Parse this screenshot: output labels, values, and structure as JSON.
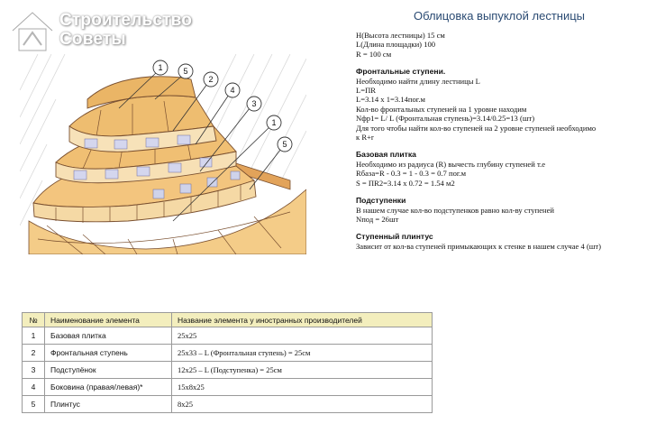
{
  "logo": {
    "line1": "Строительство",
    "line2": "Советы"
  },
  "title": "Облицовка выпуклой лестницы",
  "info": {
    "params": [
      "H(Высота лестницы) 15 см",
      "L(Длина площадки) 100",
      "R = 100 см"
    ],
    "sections": [
      {
        "heading": "Фронтальные ступени.",
        "lines": [
          "Необходимо найти длину лестницы L",
          "L=ПR",
          "L=3.14 x 1=3.14пог.м",
          "Кол-во фронтальных ступеней на 1 уровне находим",
          "Nфр1= L/ L (Фронтальная ступень)=3.14/0.25=13 (шт)",
          "Для того чтобы найти кол-во ступеней на 2 уровне ступеней необходимо",
          "к R+r"
        ]
      },
      {
        "heading": "Базовая плитка",
        "lines": [
          "Необходимо из радиуса (R) вычесть глубину ступеней т.е",
          "Rбаза=R - 0.3 = 1 - 0.3 = 0.7 пог.м",
          "S = ПR2=3.14 x 0.72 = 1.54 м2"
        ]
      },
      {
        "heading": "Подступенки",
        "lines": [
          "В нашем случае кол-во подступенков равно кол-ву ступеней",
          "Nпод = 26шт"
        ]
      },
      {
        "heading": "Ступенный плинтус",
        "lines": [
          "Зависит от кол-ва ступеней примыкающих к стенке в нашем случае 4 (шт)"
        ]
      }
    ]
  },
  "callouts": [
    "1",
    "5",
    "2",
    "4",
    "3",
    "1",
    "5"
  ],
  "table": {
    "headers": [
      "№",
      "Наименование элемента",
      "Название элемента у иностранных производителей"
    ],
    "rows": [
      {
        "n": "1",
        "name": "Базовая плитка",
        "foreign": "25x25"
      },
      {
        "n": "2",
        "name": "Фронтальная ступень",
        "foreign": "25x33 – L (Фронтальная ступень) = 25см"
      },
      {
        "n": "3",
        "name": "Подступёнок",
        "foreign": "12x25 – L (Подступенка) = 25см"
      },
      {
        "n": "4",
        "name": "Боковина (правая/левая)*",
        "foreign": "15x8x25"
      },
      {
        "n": "5",
        "name": "Плинтус",
        "foreign": "8x25"
      }
    ]
  },
  "colors": {
    "tile": "#f0c27a",
    "tile_dark": "#c88a3a",
    "grout": "#7a5030",
    "title": "#2b4b73",
    "header_bg": "#f3eebd"
  }
}
